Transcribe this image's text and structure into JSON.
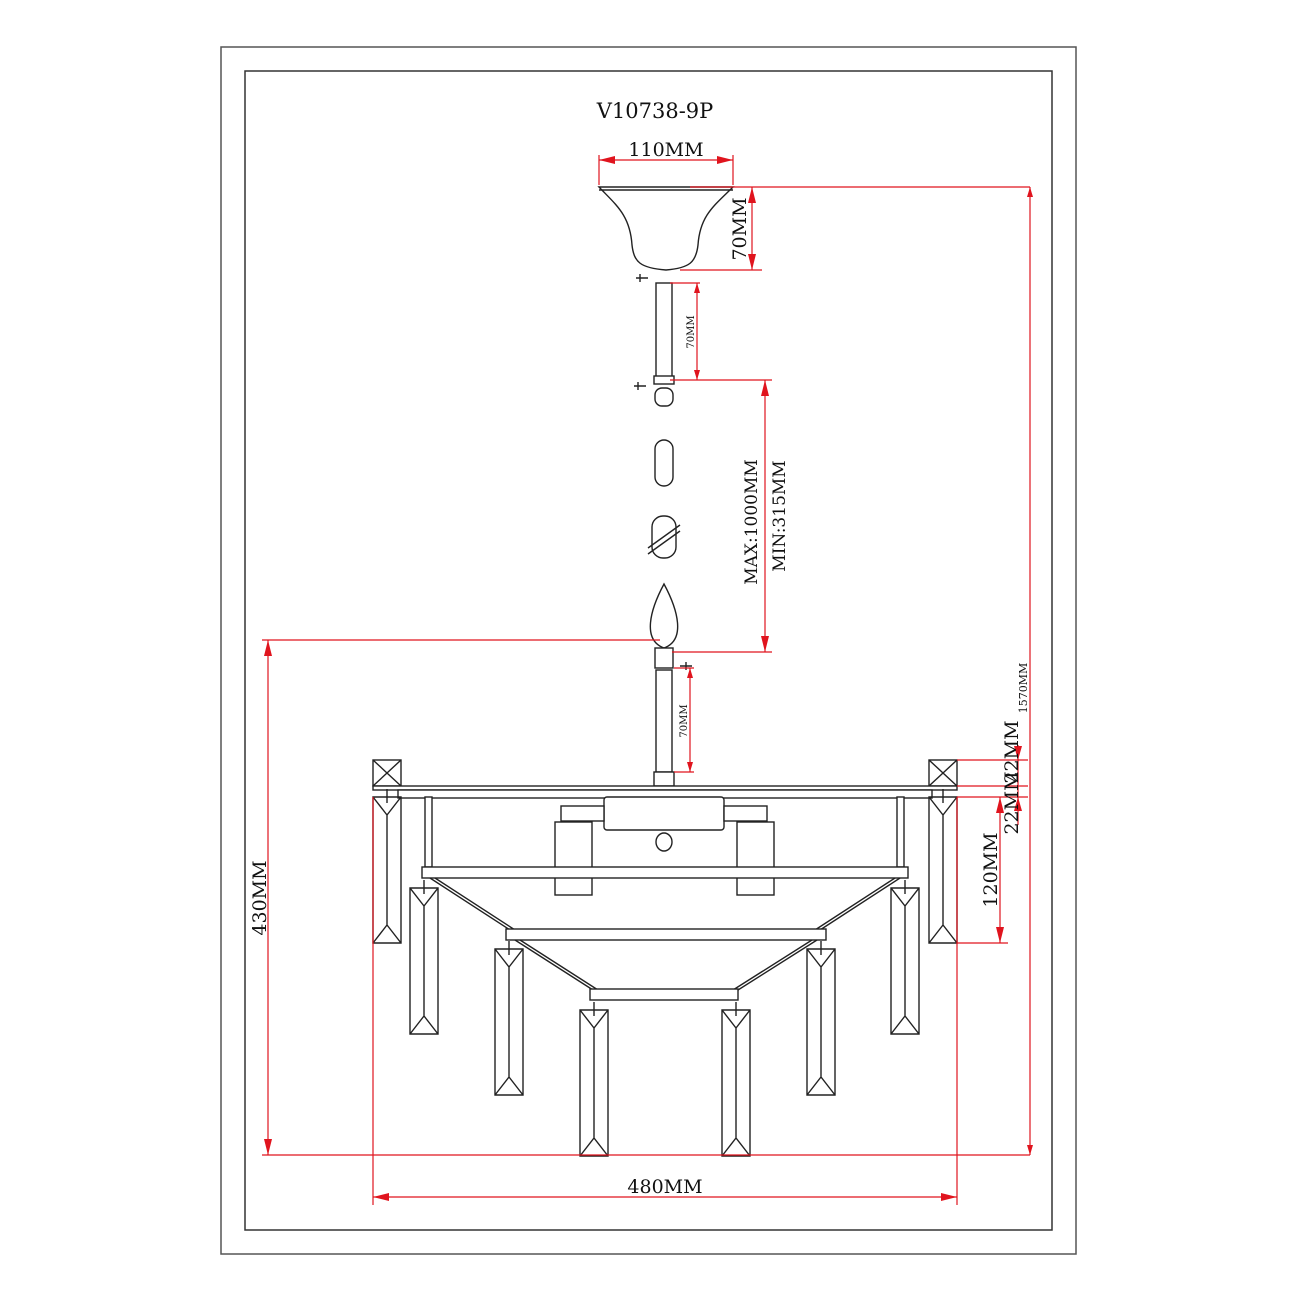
{
  "drawing": {
    "model": "V10738-9P",
    "dimensions": {
      "canopy_width": "110MM",
      "canopy_height": "70MM",
      "upper_rod": "70MM",
      "chain_max": "MAX:1000MM",
      "chain_min": "MIN:315MM",
      "lower_rod": "70MM",
      "total_height": "1570MM",
      "frame_top": "22MM",
      "frame_gap": "22MM",
      "outer_crystal": "120MM",
      "body_height": "430MM",
      "width": "480MM"
    },
    "colors": {
      "dimension": "#e0141e",
      "line": "#222222"
    }
  }
}
